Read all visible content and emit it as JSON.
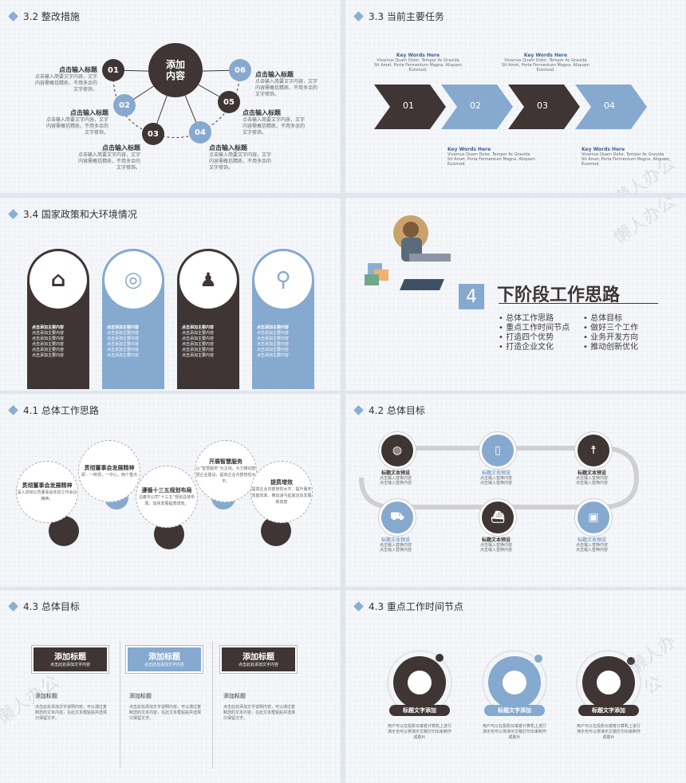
{
  "s1": {
    "title": "3.2 整改措施",
    "center": "添加\n内容",
    "nums": [
      "01",
      "02",
      "03",
      "04",
      "05",
      "06"
    ],
    "items": [
      {
        "head": "点击输入标题",
        "body": "点击输入简要文字内容，文字内容需概括精练，不用多余的文字修饰。"
      },
      {
        "head": "点击输入标题",
        "body": "点击输入简要文字内容，文字内容需概括精练，不用多余的文字修饰。"
      },
      {
        "head": "点击输入标题",
        "body": "点击输入简要文字内容，文字内容需概括精练，不用多余的文字修饰。"
      },
      {
        "head": "点击输入标题",
        "body": "点击输入简要文字内容，文字内容需概括精练，不用多余的文字修饰。"
      },
      {
        "head": "点击输入标题",
        "body": "点击输入简要文字内容，文字内容需概括精练，不用多余的文字修饰。"
      },
      {
        "head": "点击输入标题",
        "body": "点击输入简要文字内容，文字内容需概括精练，不用多余的文字修饰。"
      }
    ]
  },
  "s2": {
    "title": "3.3 当前主要任务",
    "arrows": [
      "01",
      "02",
      "03",
      "04"
    ],
    "kw": "Key Words Here",
    "kwbody": "Vivamus Quam Dolor, Tempor Ac Gravida Sit Amet, Porta Fermentum Magna. Aliquam Euismod."
  },
  "s3": {
    "title": "3.4 国家政策和大环境情况",
    "head": "点击添加主要内容",
    "line": "点击添加主要内容",
    "icons": [
      "house-icon",
      "target-icon",
      "person-icon",
      "search-icon"
    ]
  },
  "s4": {
    "num": "4",
    "title": "下阶段工作思路",
    "left": [
      "总体工作思路",
      "重点工作时间节点",
      "打造四个优势",
      "打造企业文化"
    ],
    "right": [
      "总体目标",
      "做好三个工作",
      "业务开发方向",
      "推动创新优化"
    ]
  },
  "s5": {
    "title": "4.1 总体工作思路",
    "c1": {
      "head": "贯彻董事会发展精神",
      "body": "深入贯彻公司董事会年初工作会议精神。"
    },
    "c2": {
      "head": "贯彻董事会发展精神",
      "body": "即：一统领，一中心，两个重点"
    },
    "c3": {
      "head": "遵循十三五规划布局",
      "body": "沿着市公司“十三五”规划总体布局，加快发展提质增效。"
    },
    "c4": {
      "head": "开展智慧服务",
      "body": "以“智慧服务”为主线，大力推动智慧企业建设，提高企业内部管控水平。"
    },
    "c5": {
      "head": "提质增效",
      "body": "提高企业内部管控水平，提升服务效能效率，推动减亏起底迈向发展新高度"
    }
  },
  "s6": {
    "title": "4.2 总体目标",
    "head": "标题文本预设",
    "body": "点击输入替换内容\n点击输入替换内容"
  },
  "s7": {
    "title": "4.3 总体目标",
    "box": "添加标题",
    "boxsub": "点击此处添加文字内容",
    "head": "添加标题",
    "body": "点击此处添加文字说明内容，可以通过复制您的文本内容，在此文本框粘贴并选择只保留文字。"
  },
  "s8": {
    "title": "4.3 重点工作时间节点",
    "label": "标题文字添加",
    "body": "用户可以在投影仪或者计算机上进行演示也可以将演示文稿打印出来制作成胶片"
  },
  "watermark": "懒人办公"
}
